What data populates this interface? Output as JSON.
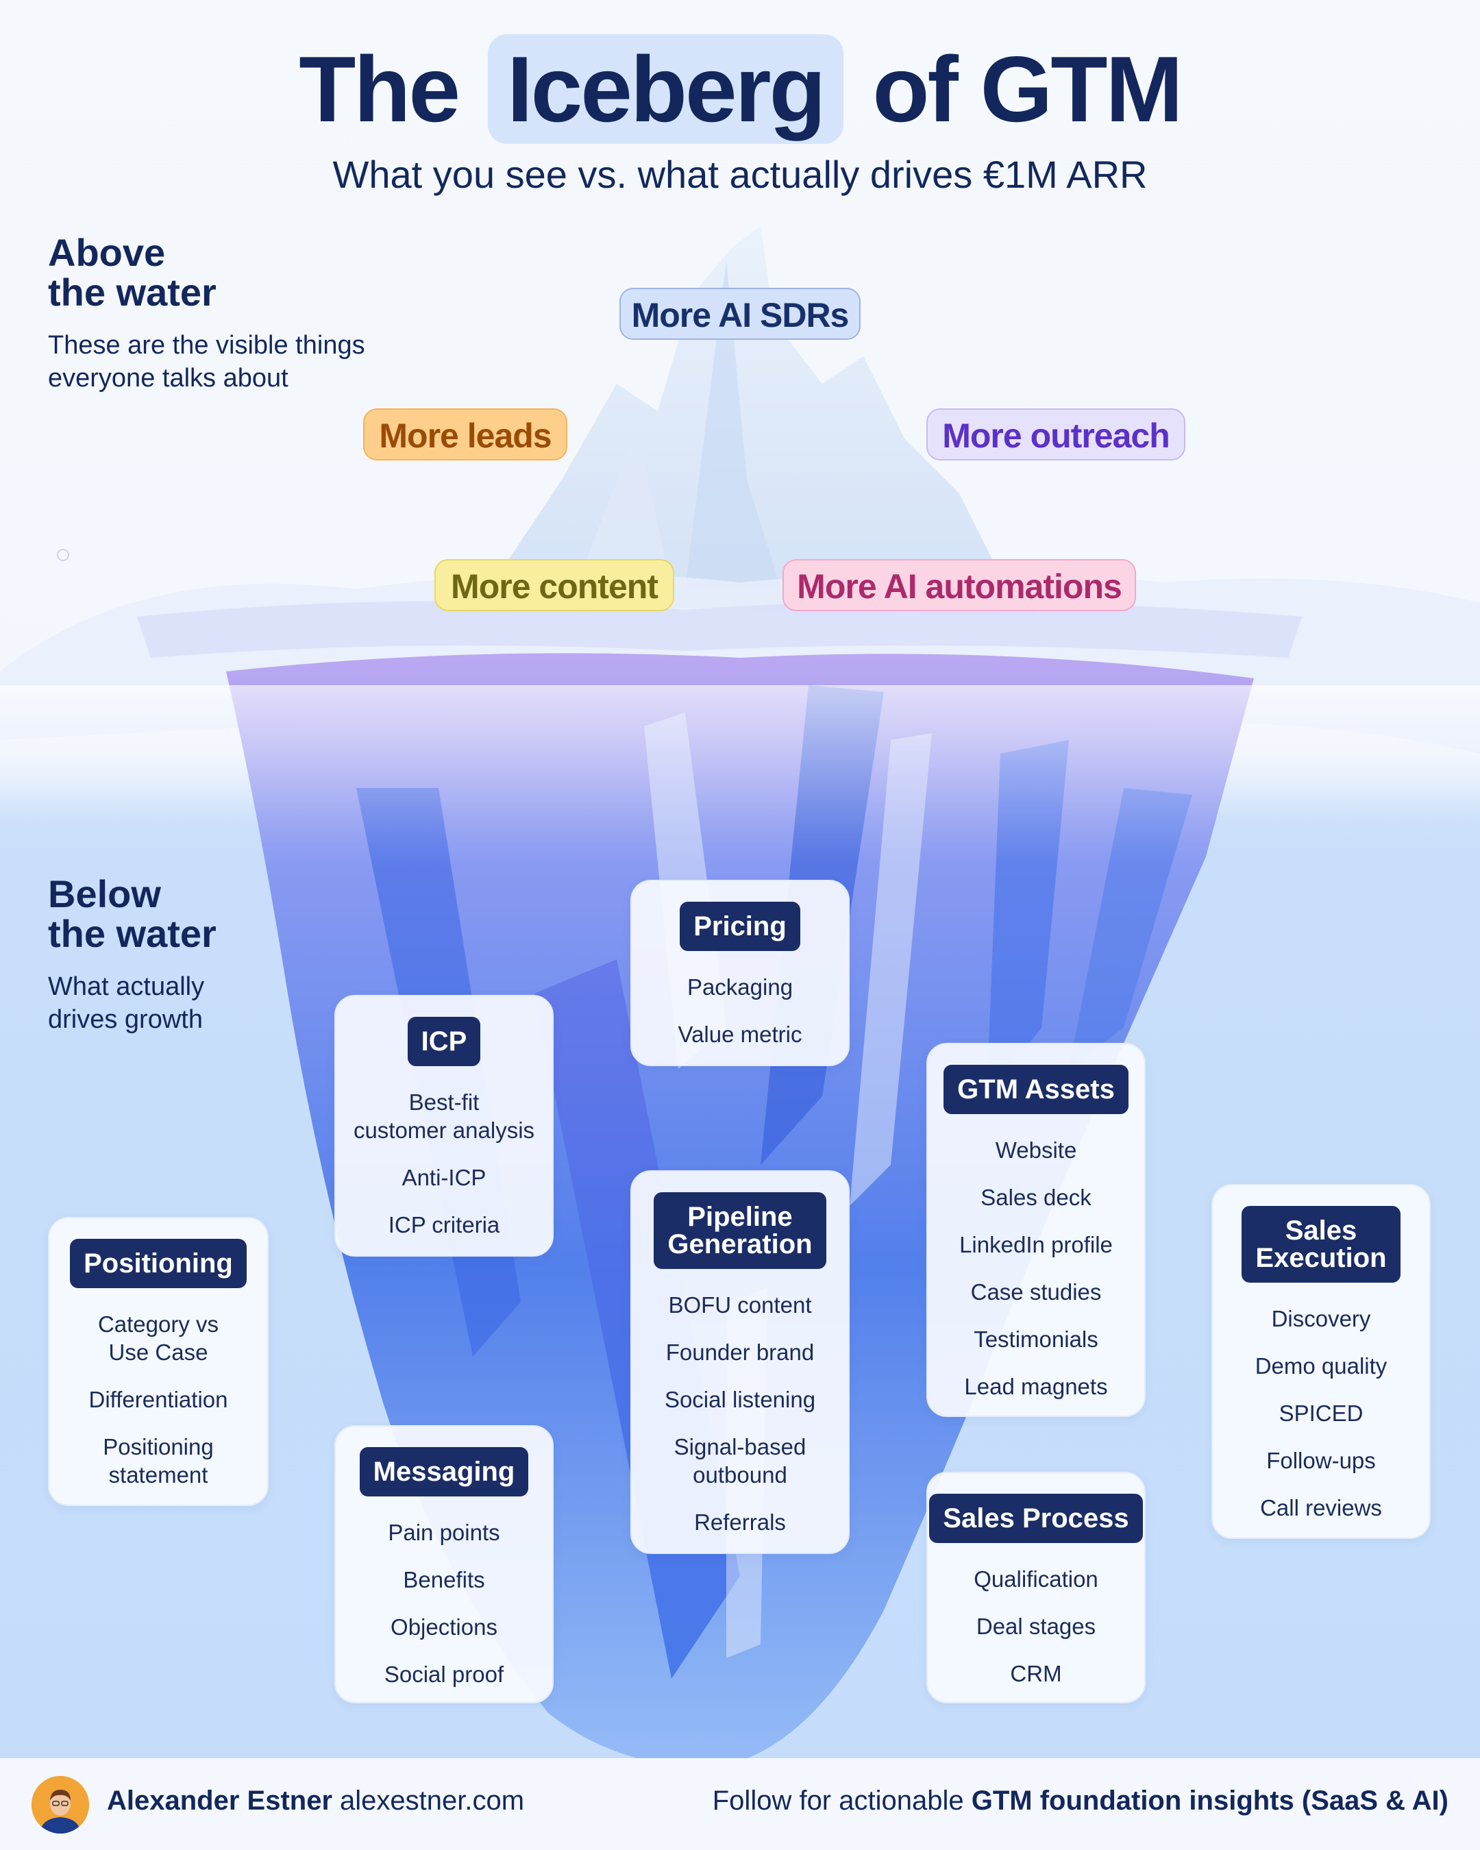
{
  "title": {
    "before": "The",
    "highlight": "Iceberg",
    "after": "of GTM"
  },
  "subtitle": "What you see vs. what actually drives €1M ARR",
  "above": {
    "heading_line1": "Above",
    "heading_line2": "the water",
    "desc_line1": "These are the visible things",
    "desc_line2": "everyone talks about"
  },
  "below": {
    "heading_line1": "Below",
    "heading_line2": "the water",
    "desc_line1": "What actually",
    "desc_line2": "drives growth"
  },
  "surface": {
    "sdrs": "More AI SDRs",
    "leads": "More leads",
    "outreach": "More outreach",
    "content": "More content",
    "automations": "More AI automations"
  },
  "colors": {
    "sdrs_bg": "#d3e2fa",
    "sdrs_fg": "#18306a",
    "leads_bg": "#fdcf8a",
    "leads_fg": "#9a4c07",
    "outreach_bg": "#e7e2fc",
    "outreach_fg": "#5b31c8",
    "content_bg": "#f8ee9e",
    "content_fg": "#6e6713",
    "automations_bg": "#fcd5e5",
    "automations_fg": "#ab2a6b",
    "card_head_bg": "#1b2d66"
  },
  "cards": {
    "pricing": {
      "title": "Pricing",
      "items": [
        "Packaging",
        "Value metric"
      ]
    },
    "icp": {
      "title": "ICP",
      "items": [
        "Best-fit\ncustomer analysis",
        "Anti-ICP",
        "ICP criteria"
      ]
    },
    "gtm_assets": {
      "title": "GTM Assets",
      "items": [
        "Website",
        "Sales deck",
        "LinkedIn profile",
        "Case studies",
        "Testimonials",
        "Lead magnets"
      ]
    },
    "positioning": {
      "title": "Positioning",
      "items": [
        "Category vs\nUse Case",
        "Differentiation",
        "Positioning\nstatement"
      ]
    },
    "pipeline": {
      "title": "Pipeline\nGeneration",
      "items": [
        "BOFU content",
        "Founder brand",
        "Social listening",
        "Signal-based\noutbound",
        "Referrals"
      ]
    },
    "sales_exec": {
      "title": "Sales\nExecution",
      "items": [
        "Discovery",
        "Demo quality",
        "SPICED",
        "Follow-ups",
        "Call reviews"
      ]
    },
    "messaging": {
      "title": "Messaging",
      "items": [
        "Pain points",
        "Benefits",
        "Objections",
        "Social proof"
      ]
    },
    "sales_proc": {
      "title": "Sales Process",
      "items": [
        "Qualification",
        "Deal stages",
        "CRM"
      ]
    }
  },
  "footer": {
    "author": "Alexander Estner",
    "site": "alexestner.com",
    "cta_prefix": "Follow for actionable ",
    "cta_bold": "GTM foundation insights (SaaS & AI)"
  }
}
